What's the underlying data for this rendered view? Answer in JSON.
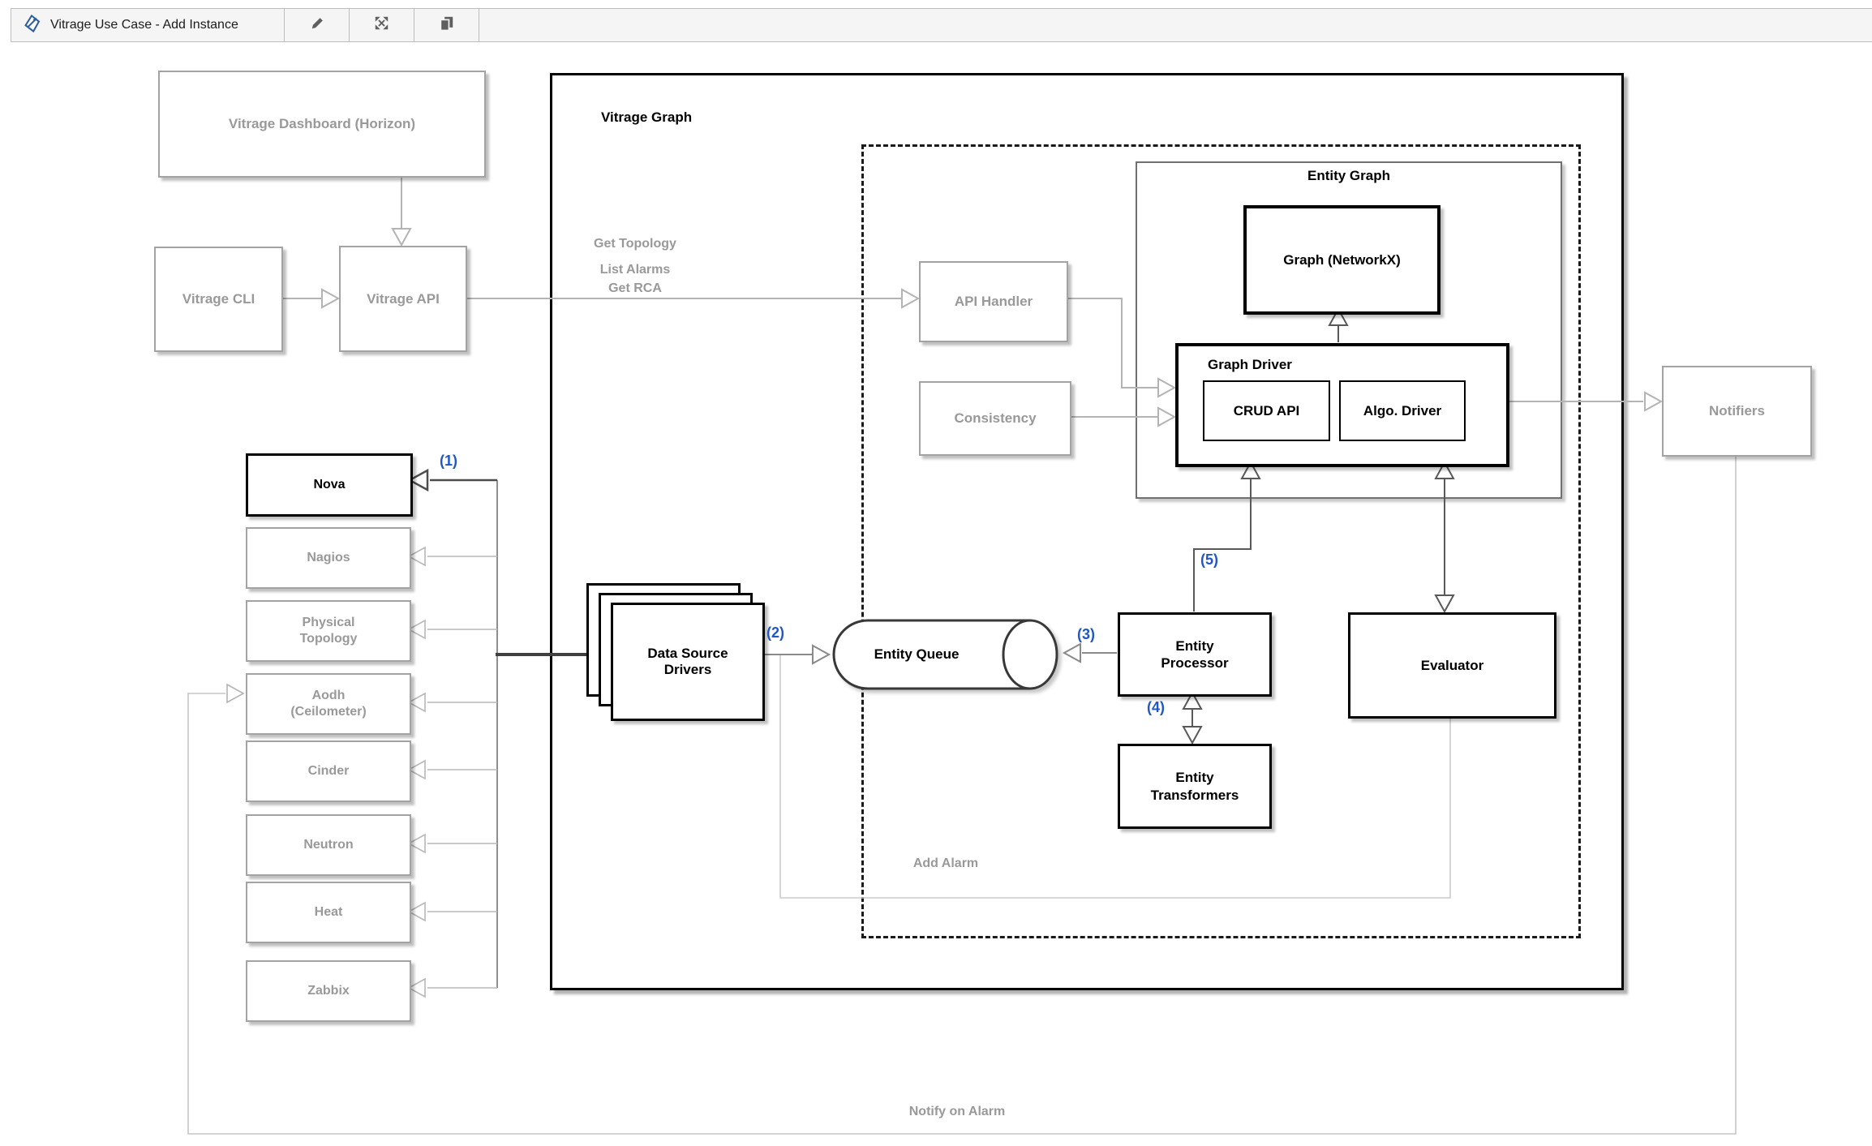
{
  "toolbar": {
    "title": "Vitrage Use Case - Add Instance",
    "logo_icon": "diagram-logo-icon",
    "buttons": [
      {
        "name": "edit",
        "icon": "pencil-icon"
      },
      {
        "name": "fullscreen",
        "icon": "fullscreen-icon"
      },
      {
        "name": "copy",
        "icon": "copy-icon"
      }
    ]
  },
  "nodes": {
    "vitrage_dashboard": {
      "label": "Vitrage Dashboard (Horizon)"
    },
    "vitrage_cli": {
      "label": "Vitrage CLI"
    },
    "vitrage_api": {
      "label": "Vitrage API"
    },
    "vitrage_graph": {
      "label": "Vitrage Graph"
    },
    "api_handler": {
      "label": "API Handler"
    },
    "consistency": {
      "label": "Consistency"
    },
    "entity_graph": {
      "label": "Entity Graph"
    },
    "graph_networkx": {
      "label": "Graph (NetworkX)"
    },
    "graph_driver": {
      "label": "Graph Driver"
    },
    "crud_api": {
      "label": "CRUD API"
    },
    "algo_driver": {
      "label": "Algo. Driver"
    },
    "data_source_drivers": {
      "label": "Data Source Drivers"
    },
    "entity_queue": {
      "label": "Entity Queue"
    },
    "entity_processor": {
      "label": "Entity Processor"
    },
    "entity_transformers": {
      "label": "Entity Transformers"
    },
    "evaluator": {
      "label": "Evaluator"
    },
    "notifiers": {
      "label": "Notifiers"
    }
  },
  "data_sources": [
    {
      "label": "Nova",
      "highlighted": true
    },
    {
      "label": "Nagios",
      "highlighted": false
    },
    {
      "label": "Physical Topology",
      "highlighted": false
    },
    {
      "label": "Aodh (Ceilometer)",
      "highlighted": false
    },
    {
      "label": "Cinder",
      "highlighted": false
    },
    {
      "label": "Neutron",
      "highlighted": false
    },
    {
      "label": "Heat",
      "highlighted": false
    },
    {
      "label": "Zabbix",
      "highlighted": false
    }
  ],
  "edge_labels": {
    "get_topology": "Get Topology",
    "list_alarms": "List Alarms",
    "get_rca": "Get RCA",
    "add_alarm": "Add Alarm",
    "notify_on_alarm": "Notify on Alarm",
    "steps": [
      "(1)",
      "(2)",
      "(3)",
      "(4)",
      "(5)"
    ]
  },
  "colors": {
    "step_label_blue": "#2157c4",
    "muted_gray_text": "#999999",
    "gray_box_border": "#a3a3a3",
    "light_wire": "#b4b4b4",
    "dark_wire": "#595959",
    "black": "#000000",
    "toolbar_bg": "#f5f5f5"
  }
}
